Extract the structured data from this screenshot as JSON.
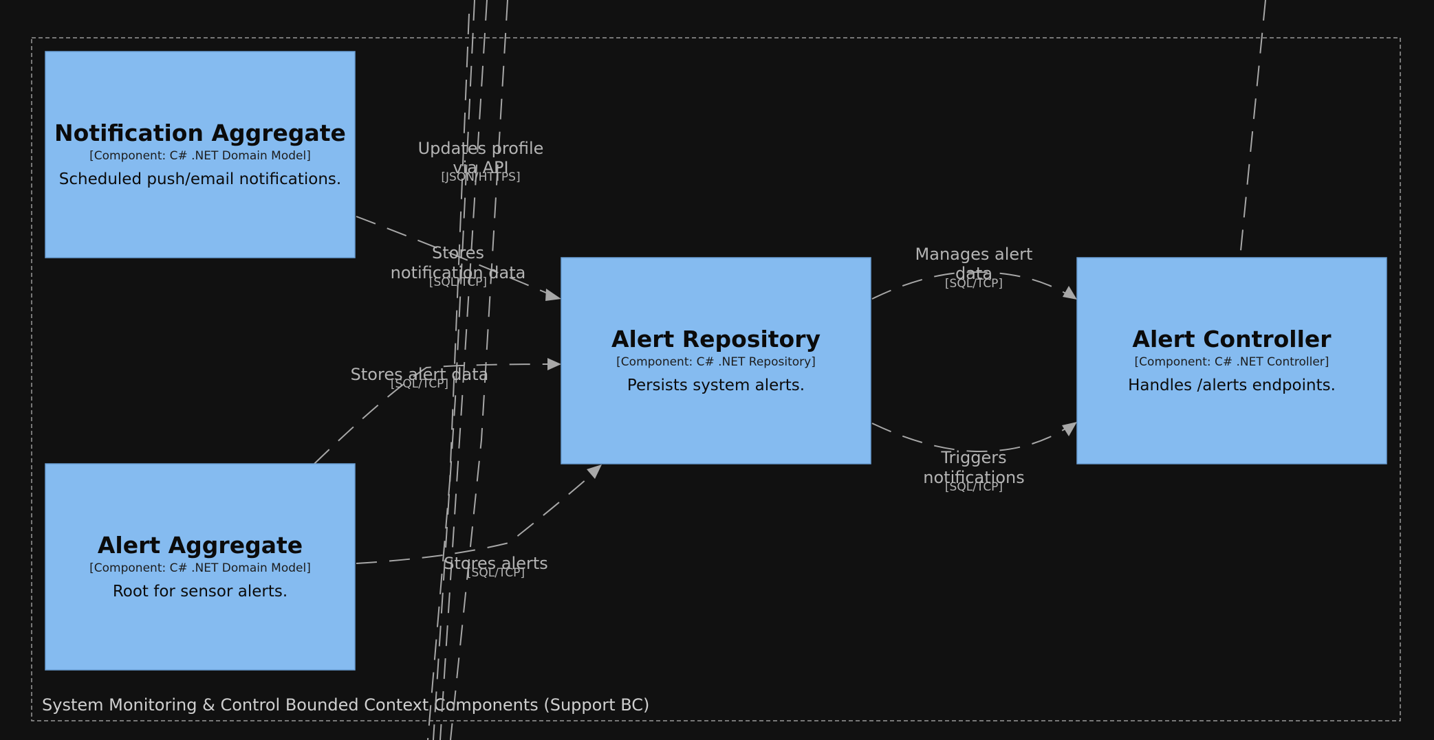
{
  "boundary": {
    "label": "System Monitoring & Control Bounded Context Components (Support BC)"
  },
  "components": {
    "notification_aggregate": {
      "title": "Notification Aggregate",
      "tech": "[Component: C# .NET Domain Model]",
      "description": "Scheduled push/email notifications."
    },
    "alert_aggregate": {
      "title": "Alert Aggregate",
      "tech": "[Component: C# .NET Domain Model]",
      "description": "Root for sensor alerts."
    },
    "alert_repository": {
      "title": "Alert Repository",
      "tech": "[Component: C# .NET Repository]",
      "description": "Persists system alerts."
    },
    "alert_controller": {
      "title": "Alert Controller",
      "tech": "[Component: C# .NET Controller]",
      "description": "Handles /alerts endpoints."
    }
  },
  "relationships": {
    "updates_profile": {
      "line1": "Updates profile",
      "line2": "via API",
      "tech": "[JSON/HTTPS]"
    },
    "stores_notification": {
      "line1": "Stores",
      "line2": "notification data",
      "tech": "[SQL/TCP]"
    },
    "stores_alert_data": {
      "line1": "Stores alert data",
      "tech": "[SQL/TCP]"
    },
    "stores_alerts": {
      "line1": "Stores alerts",
      "tech": "[SQL/TCP]"
    },
    "manages_alert": {
      "line1": "Manages alert",
      "line2": "data",
      "tech": "[SQL/TCP]"
    },
    "triggers_notifications": {
      "line1": "Triggers",
      "line2": "notifications",
      "tech": "[SQL/TCP]"
    }
  },
  "colors": {
    "background": "#111111",
    "component_fill": "#85bbf0",
    "edge": "#a8a8a8",
    "boundary_stroke": "#9a9a9a"
  }
}
